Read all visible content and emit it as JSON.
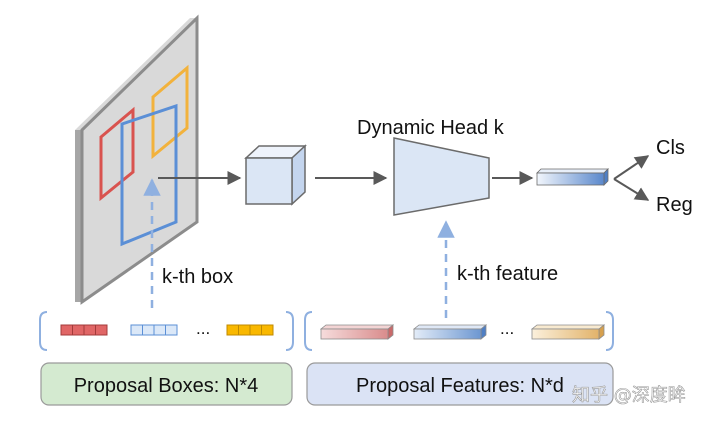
{
  "labels": {
    "dynamic_head": "Dynamic Head k",
    "cls": "Cls",
    "reg": "Reg",
    "kth_box": "k-th box",
    "kth_feature": "k-th feature",
    "ellipsis_left": "...",
    "ellipsis_right": "...",
    "proposal_boxes": "Proposal Boxes: N*4",
    "proposal_features": "Proposal Features: N*d"
  },
  "watermark": "知乎 @深度眸",
  "colors": {
    "red_box": "#c0504d",
    "orange_box": "#f4b942",
    "blue_box": "#5b8fd6",
    "arrow": "#595959",
    "dashed_arrow": "#8fb0e0",
    "cube_fill": "#dbe6f5",
    "trapezoid_fill": "#dbe6f5",
    "green_panel": "#d4ead0",
    "blue_panel": "#dbe3f5",
    "red_cells": "#e06666",
    "blue_cells": "#dbe8f8",
    "yellow_cells": "#f9b800"
  }
}
